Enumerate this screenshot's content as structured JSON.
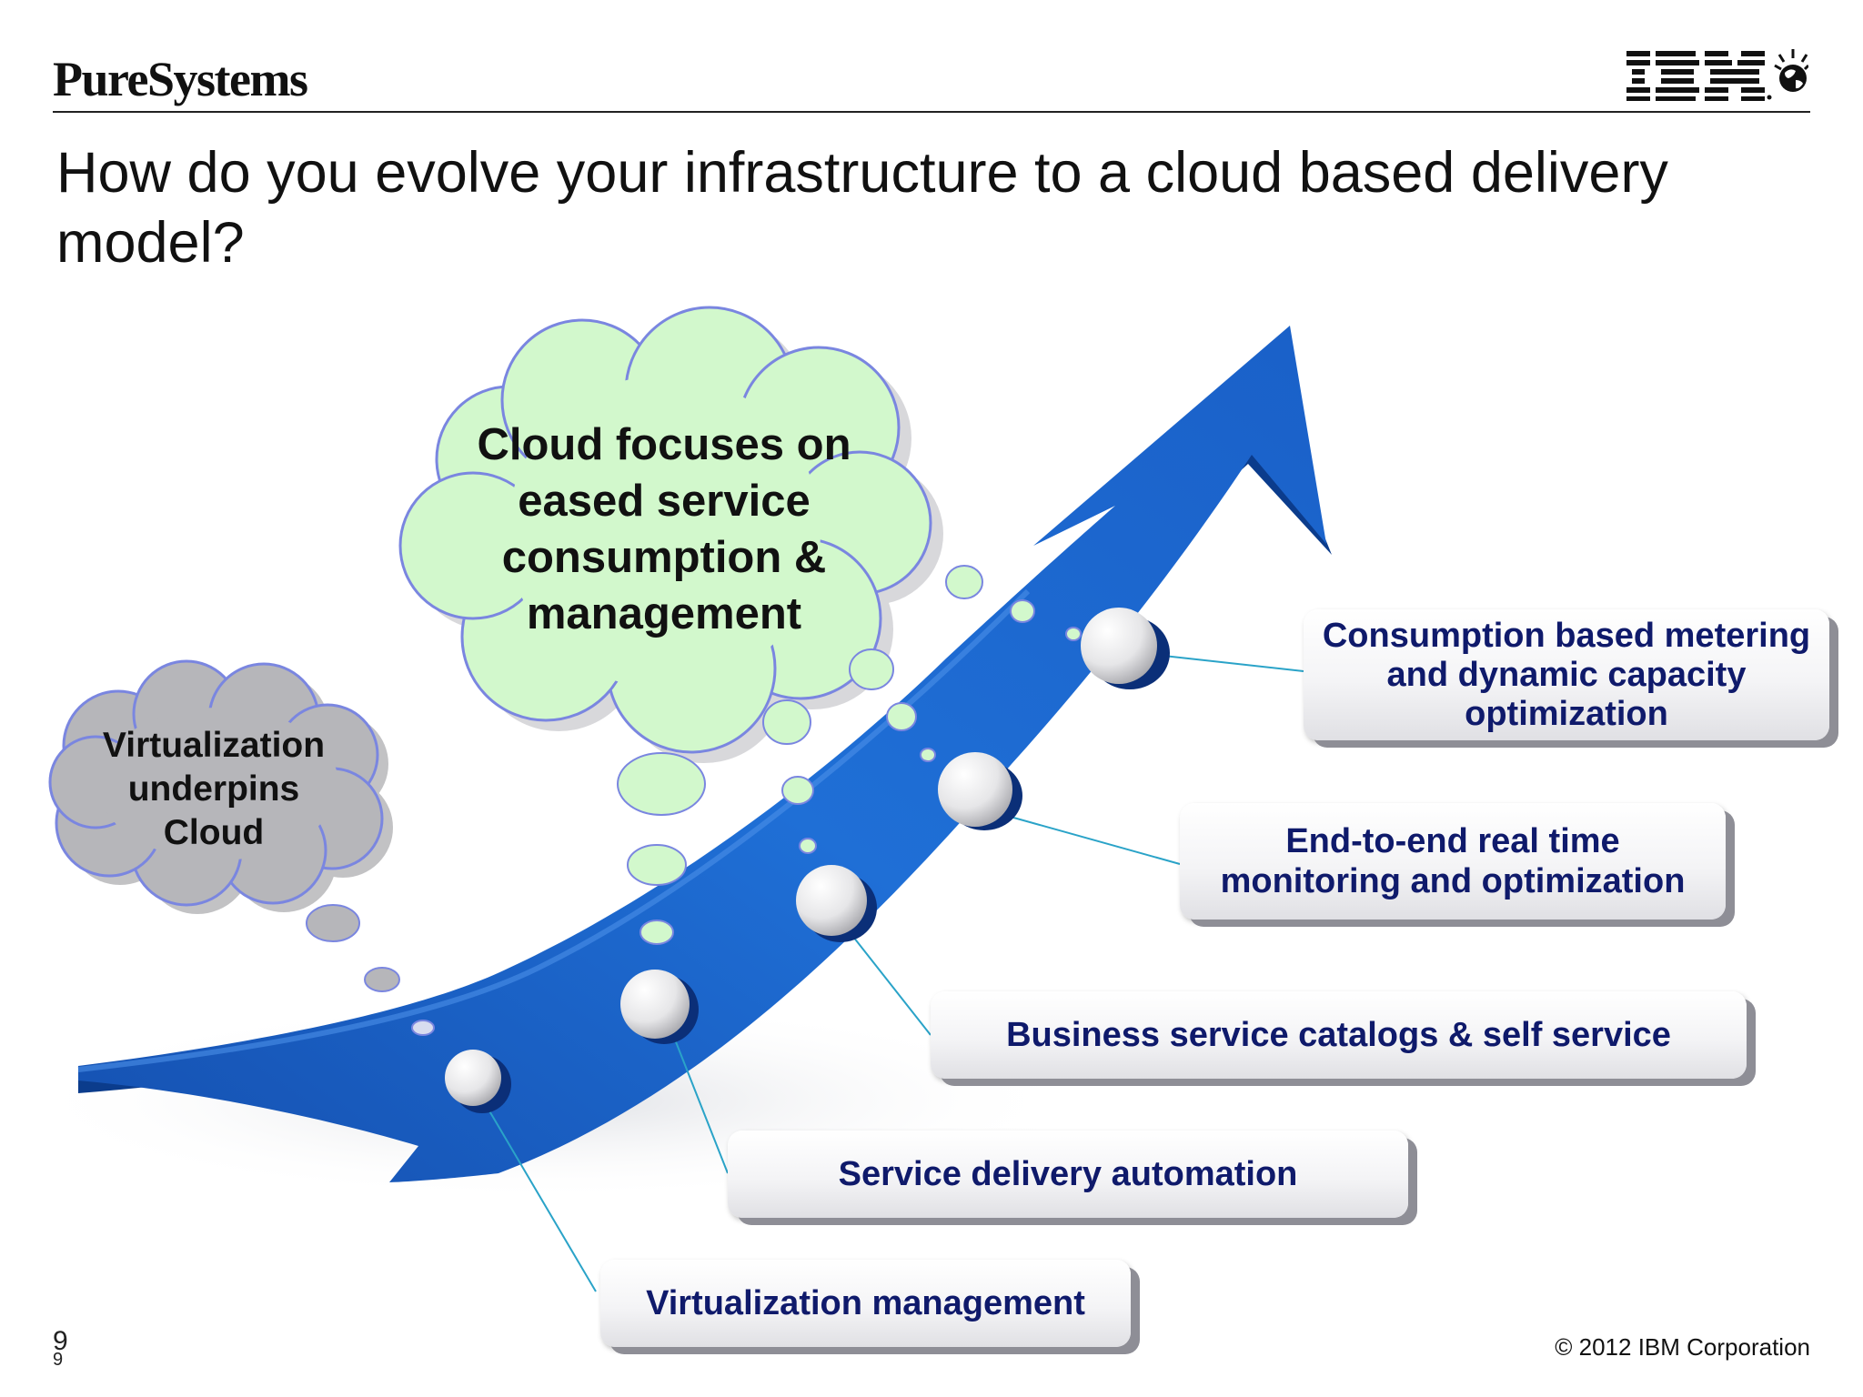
{
  "header": {
    "brand": "PureSystems",
    "logo_name": "IBM"
  },
  "slide": {
    "title": "How do you evolve your infrastructure to a cloud based delivery model?"
  },
  "callouts": {
    "main_cloud": "Cloud focuses on eased service consumption & management",
    "virtualization_cloud": "Virtualization underpins Cloud"
  },
  "steps": [
    "Virtualization management",
    "Service delivery automation",
    "Business service catalogs & self service",
    "End-to-end real time monitoring and optimization",
    "Consumption based metering and dynamic capacity optimization"
  ],
  "footer": {
    "page_number": "9",
    "page_number_ghost": "9",
    "copyright": "© 2012 IBM Corporation"
  },
  "colors": {
    "arrow": "#1a5fc4",
    "arrow_dark": "#0b3c8c",
    "thought_cloud": "#d2f8cc",
    "thought_outline": "#7a86e0",
    "virtualization_cloud": "#b6b6ba",
    "step_text": "#0f1a6b",
    "connector": "#2aa3c8"
  }
}
